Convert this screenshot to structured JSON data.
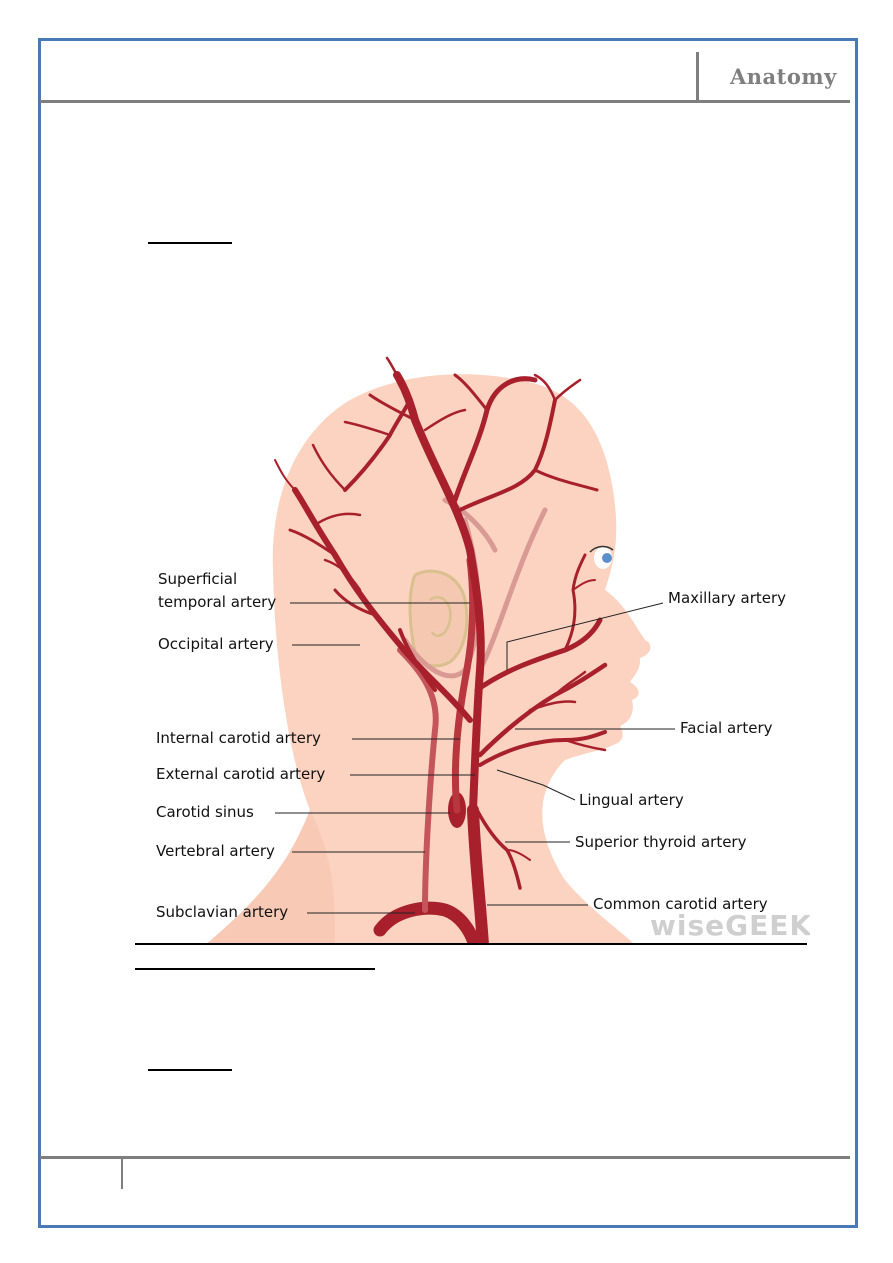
{
  "header": {
    "title": "Anatomy"
  },
  "figure": {
    "labels": {
      "superficial_temporal_1": "Superficial",
      "superficial_temporal_2": "temporal artery",
      "occipital": "Occipital artery",
      "internal_carotid": "Internal carotid artery",
      "external_carotid": "External carotid artery",
      "carotid_sinus": "Carotid sinus",
      "vertebral": "Vertebral artery",
      "subclavian": "Subclavian artery",
      "maxillary": "Maxillary artery",
      "facial": "Facial artery",
      "lingual": "Lingual artery",
      "superior_thyroid": "Superior thyroid artery",
      "common_carotid": "Common carotid artery"
    },
    "watermark": "wiseGEEK"
  },
  "colors": {
    "frame": "#4a7ab5",
    "rule": "#7f7f7f",
    "skin": "#fbd3c0",
    "artery": "#a8202c",
    "artery_faint": "#d99a95"
  }
}
